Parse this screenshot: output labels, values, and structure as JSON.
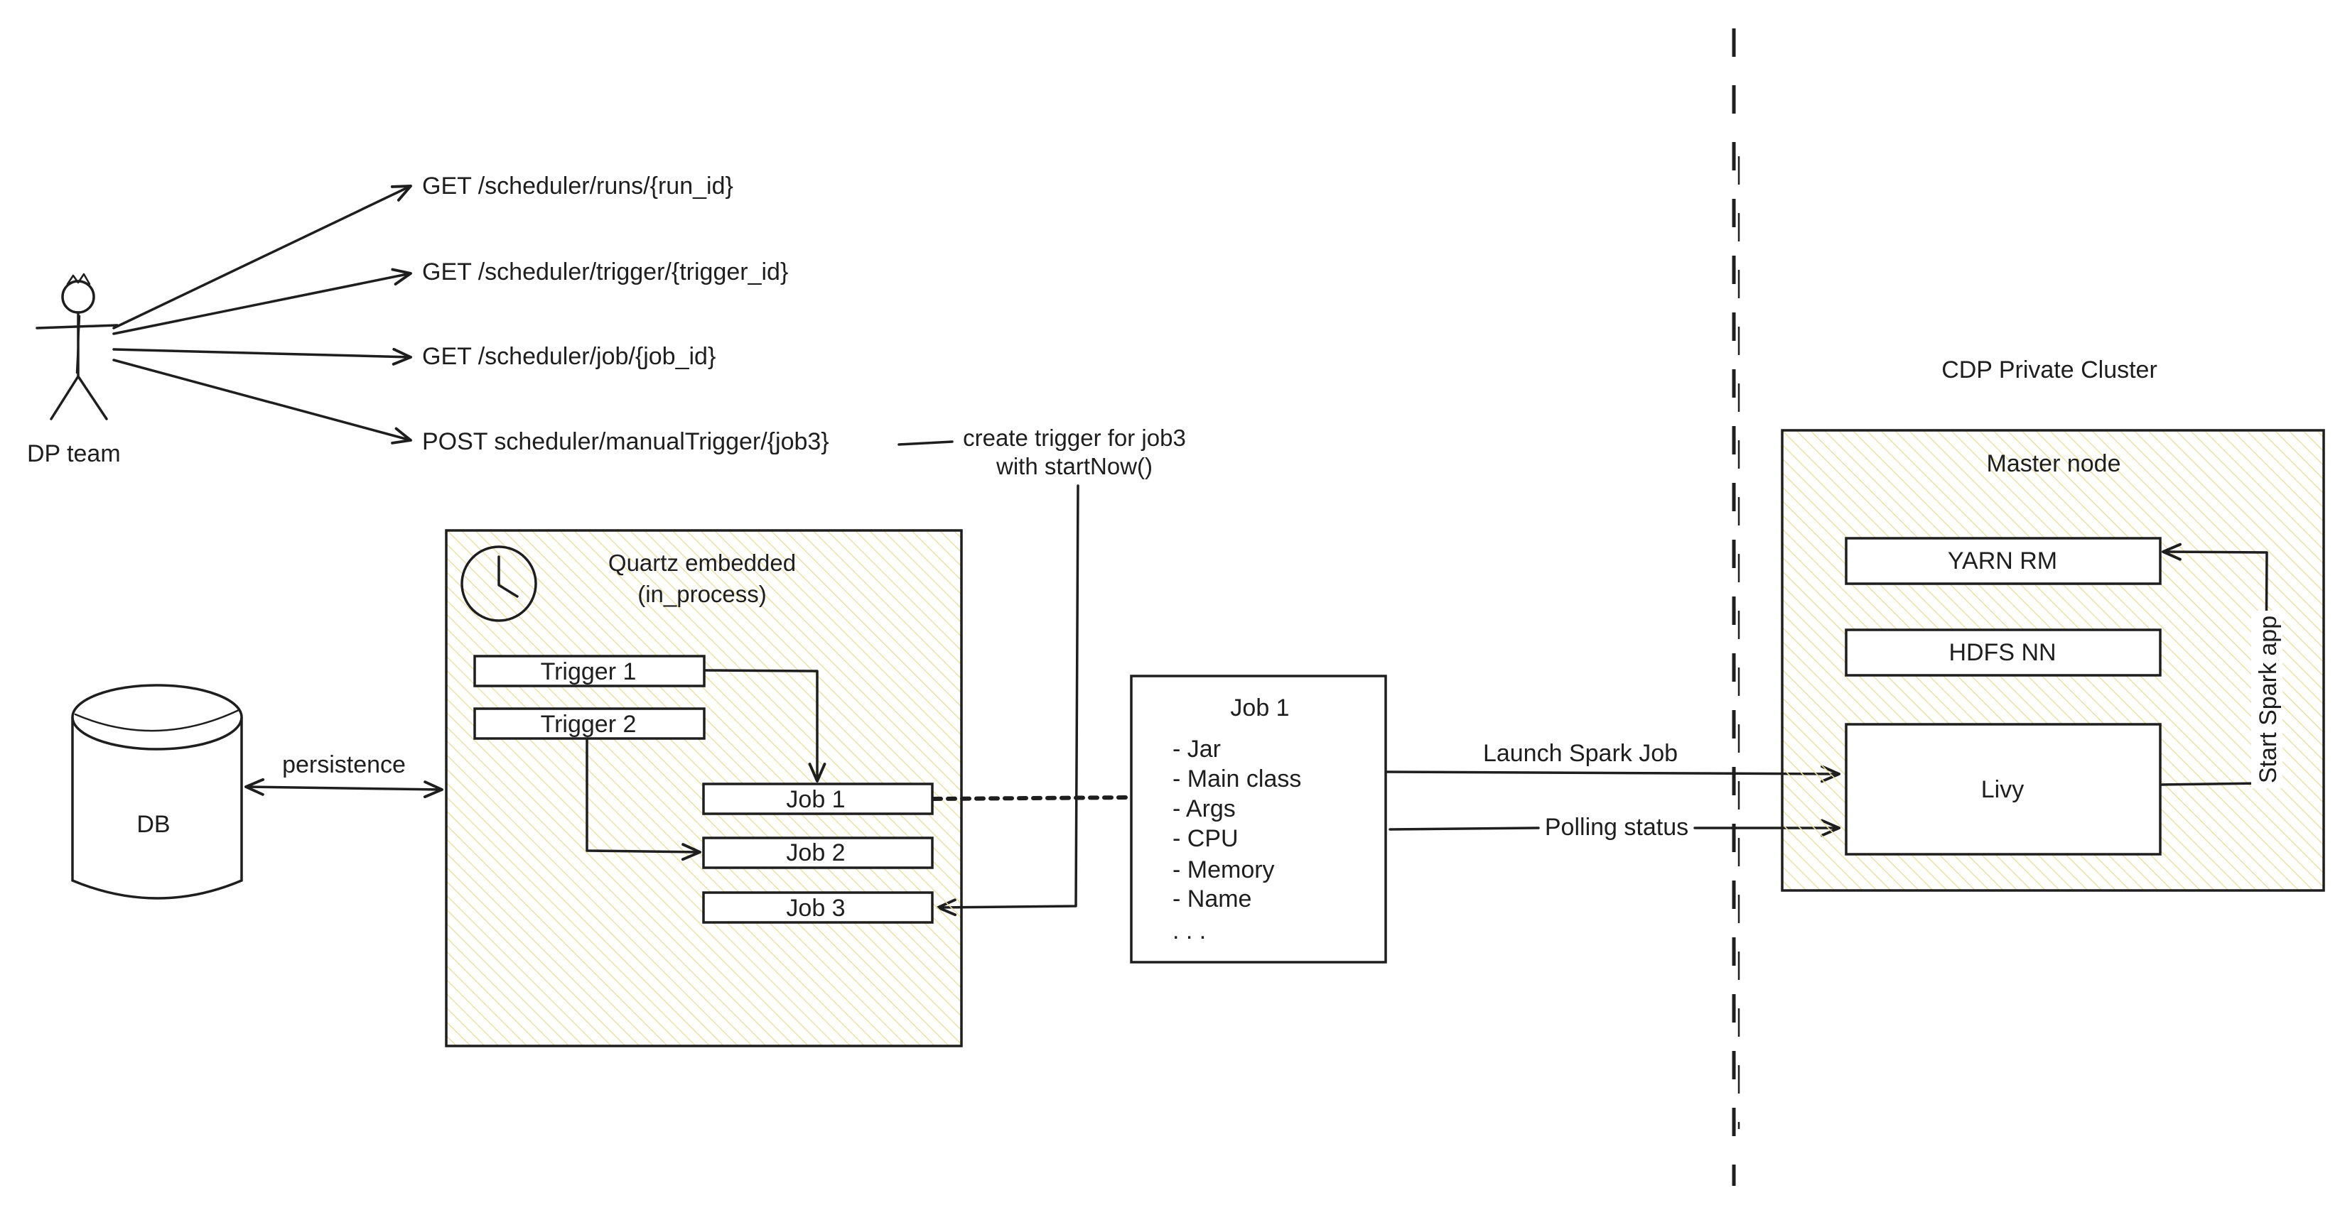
{
  "actor": {
    "label": "DP team"
  },
  "api_calls": [
    "GET /scheduler/runs/{run_id}",
    "GET /scheduler/trigger/{trigger_id}",
    "GET /scheduler/job/{job_id}",
    "POST scheduler/manualTrigger/{job3}"
  ],
  "note": {
    "line1": "create trigger for job3",
    "line2": "with startNow()"
  },
  "db": {
    "label": "DB",
    "edge_label": "persistence"
  },
  "quartz": {
    "title_line1": "Quartz embedded",
    "title_line2": "(in_process)",
    "triggers": [
      "Trigger 1",
      "Trigger 2"
    ],
    "jobs": [
      "Job 1",
      "Job 2",
      "Job 3"
    ]
  },
  "job_card": {
    "title": "Job 1",
    "fields": [
      "- Jar",
      "- Main class",
      "- Args",
      "- CPU",
      "- Memory",
      "- Name",
      ". . ."
    ]
  },
  "edges": {
    "launch": "Launch Spark Job",
    "polling": "Polling status",
    "start_app": "Start Spark app"
  },
  "cluster": {
    "title": "CDP Private Cluster",
    "master_title": "Master node",
    "services": [
      "YARN RM",
      "HDFS NN"
    ],
    "livy": "Livy"
  },
  "colors": {
    "stroke": "#1e1e1e",
    "hatch": "#e9e3a5",
    "background": "#ffffff"
  }
}
